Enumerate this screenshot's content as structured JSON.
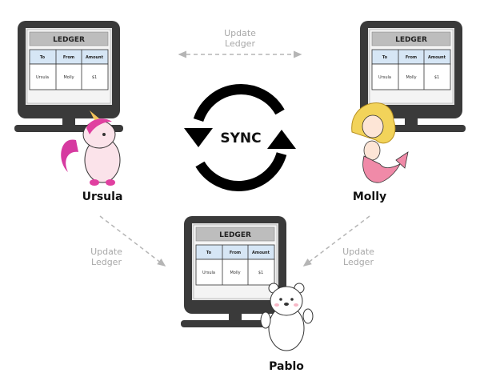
{
  "center": {
    "label": "SYNC"
  },
  "arrow_labels": {
    "top": [
      "Update",
      "Ledger"
    ],
    "left": [
      "Update",
      "Ledger"
    ],
    "right": [
      "Update",
      "Ledger"
    ]
  },
  "ledger": {
    "title": "LEDGER",
    "columns": [
      "To",
      "From",
      "Amount"
    ],
    "row": [
      "Ursula",
      "Molly",
      "$1"
    ]
  },
  "users": {
    "left": "Ursula",
    "right": "Molly",
    "bottom": "Pablo"
  },
  "colors": {
    "monitor": "#3a3a3a",
    "header_gray": "#bdbdbd",
    "table_header_blue": "#d6e6f5",
    "arrow_dash": "#b5b5b5",
    "unicorn_pink": "#e040a0",
    "mermaid_hair": "#f2d35a",
    "mermaid_tail": "#f08aa8"
  }
}
